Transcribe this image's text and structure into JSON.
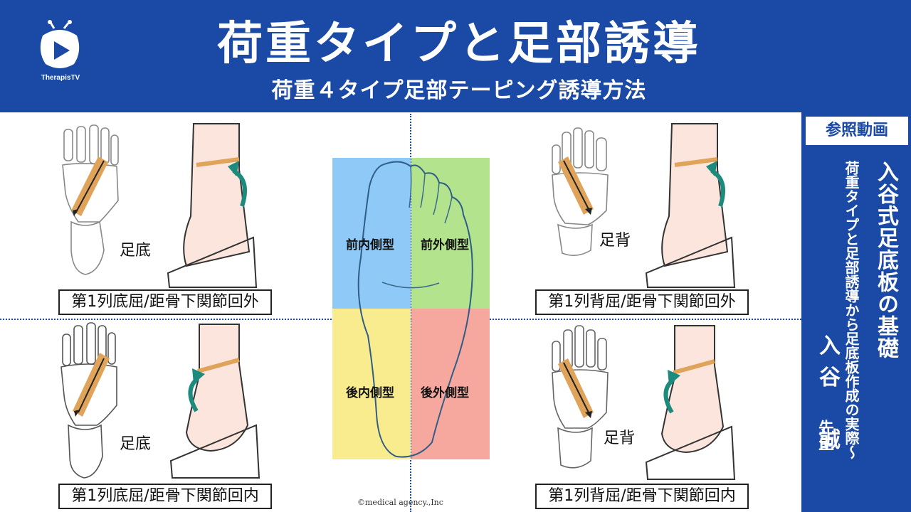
{
  "header": {
    "logo_text": "TherapisTV",
    "title": "荷重タイプと足部誘導",
    "subtitle": "荷重４タイプ足部テーピング誘導方法"
  },
  "sidebar": {
    "ref_label": "参照動画",
    "video_title": "入谷式足底板の基礎",
    "video_subtitle": "荷重タイプと足部誘導から足底板作成の実際〜",
    "lecturer_name": "入谷　誠",
    "honorific": "先生"
  },
  "center": {
    "quadrants": {
      "anterior_medial": "前内側型",
      "anterior_lateral": "前外側型",
      "posterior_medial": "後内側型",
      "posterior_lateral": "後外側型"
    },
    "copyright": "©medical agency.,Inc"
  },
  "panels": {
    "top_left": {
      "view_label": "足底",
      "caption": "第1列底屈/距骨下関節回外"
    },
    "top_right": {
      "view_label": "足背",
      "caption": "第1列背屈/距骨下関節回外"
    },
    "bottom_left": {
      "view_label": "足底",
      "caption": "第1列底屈/距骨下関節回内"
    },
    "bottom_right": {
      "view_label": "足背",
      "caption": "第1列背屈/距骨下関節回内"
    }
  },
  "colors": {
    "brand_blue": "#1a49a6",
    "tape_orange": "#e0a35a",
    "arrow_teal": "#1d8a7e",
    "quad_blue": "#8ec9f7",
    "quad_green": "#b3e38c",
    "quad_yellow": "#f9ec8f",
    "quad_red": "#f6a89e"
  }
}
